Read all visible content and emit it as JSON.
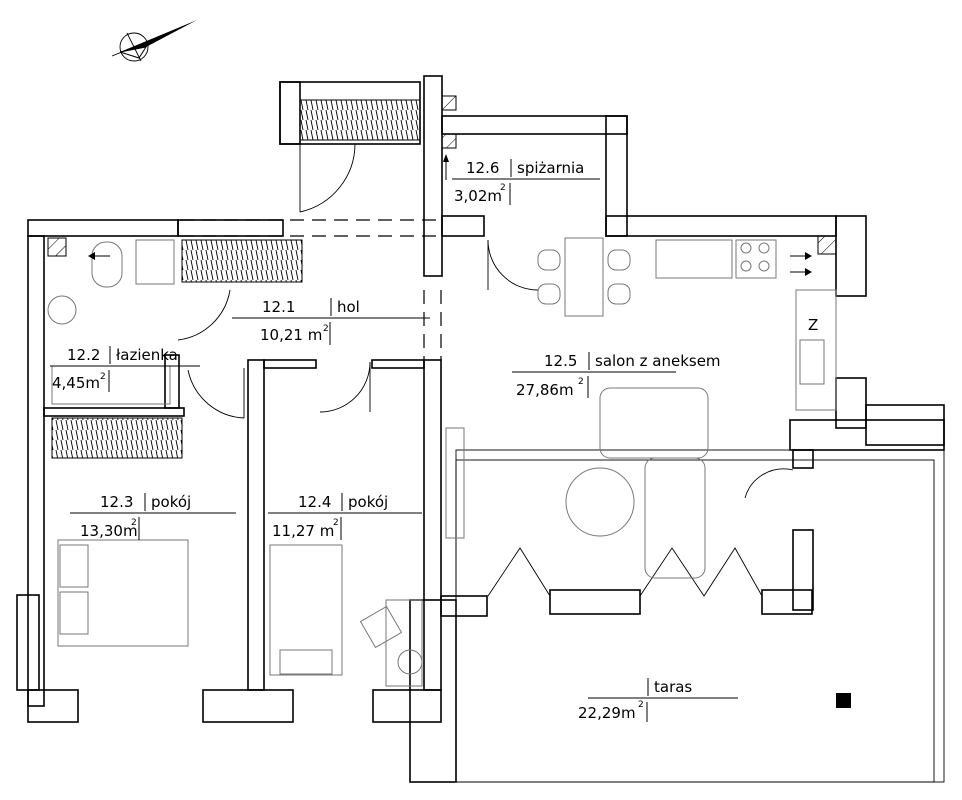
{
  "rooms": [
    {
      "id": "r1",
      "number": "12.1",
      "name": "hol",
      "area": "10,21 m"
    },
    {
      "id": "r2",
      "number": "12.2",
      "name": "łazienka",
      "area": "4,45m"
    },
    {
      "id": "r3",
      "number": "12.3",
      "name": "pokój",
      "area": "13,30m"
    },
    {
      "id": "r4",
      "number": "12.4",
      "name": "pokój",
      "area": "11,27 m"
    },
    {
      "id": "r5",
      "number": "12.5",
      "name": "salon z aneksem",
      "area": "27,86m"
    },
    {
      "id": "r6",
      "number": "12.6",
      "name": "spiżarnia",
      "area": "3,02m"
    },
    {
      "id": "r7",
      "number": "",
      "name": "taras",
      "area": "22,29m"
    }
  ],
  "area_unit_exponent": "2",
  "icons": {
    "compass": "north-arrow-icon",
    "marker": "black-square-marker-icon",
    "vent": "ventilation-arrow-icon",
    "fridge_mark": "Z"
  }
}
